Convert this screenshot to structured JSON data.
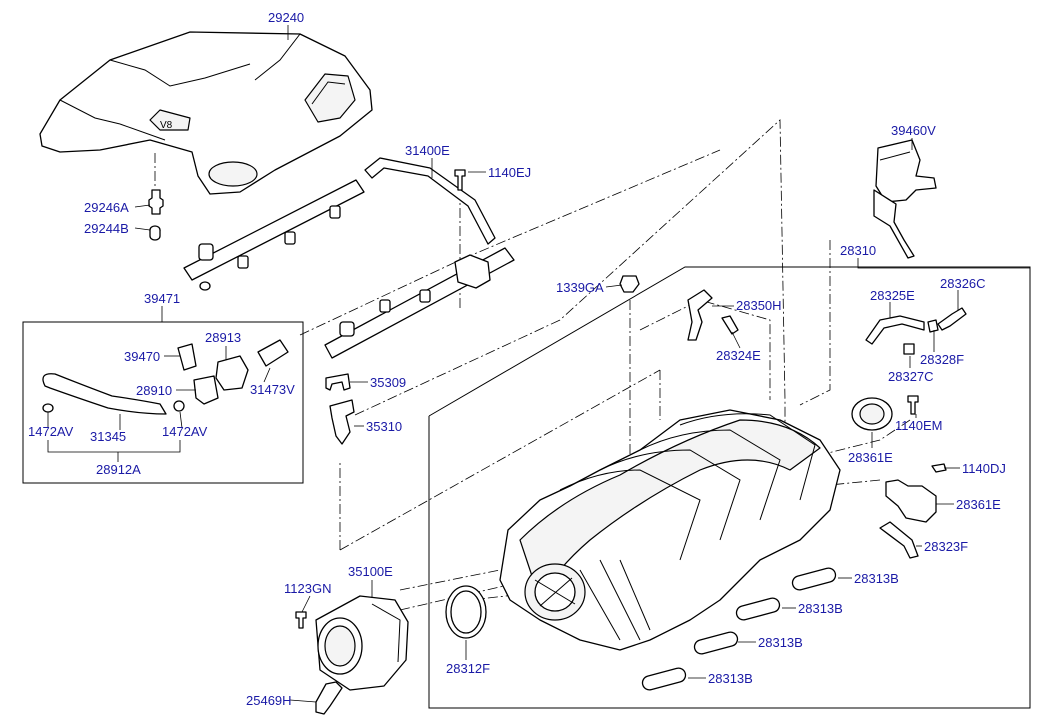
{
  "labels": {
    "p29240": "29240",
    "p29246A": "29246A",
    "p29244B": "29244B",
    "p31400E": "31400E",
    "p1140EJ": "1140EJ",
    "p39460V": "39460V",
    "p28310": "28310",
    "p39471": "39471",
    "p39470": "39470",
    "p28913": "28913",
    "p28910": "28910",
    "p31473V": "31473V",
    "p1472AV_left": "1472AV",
    "p31345": "31345",
    "p1472AV_right": "1472AV",
    "p28912A": "28912A",
    "p1339GA": "1339GA",
    "p28350H": "28350H",
    "p28324E": "28324E",
    "p28325E": "28325E",
    "p28326C": "28326C",
    "p28328F": "28328F",
    "p28327C": "28327C",
    "p35309": "35309",
    "p35310": "35310",
    "p1140EM": "1140EM",
    "p28361E_top": "28361E",
    "p1140DJ": "1140DJ",
    "p28361E_bottom": "28361E",
    "p28323F": "28323F",
    "p35100E": "35100E",
    "p1123GN": "1123GN",
    "p28313B_1": "28313B",
    "p28313B_2": "28313B",
    "p28313B_3": "28313B",
    "p28313B_4": "28313B",
    "p28312F": "28312F",
    "p25469H": "25469H"
  },
  "colors": {
    "label": "#1a1aa6",
    "line": "#000000",
    "background": "#ffffff"
  }
}
